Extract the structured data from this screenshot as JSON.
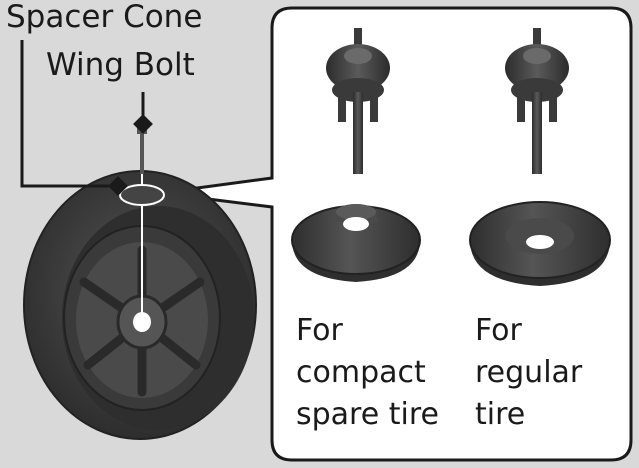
{
  "labels": {
    "spacer_cone": "Spacer Cone",
    "wing_bolt": "Wing Bolt"
  },
  "captions": {
    "compact": [
      "For",
      "compact",
      "spare tire"
    ],
    "regular": [
      "For",
      "regular",
      "tire"
    ]
  },
  "colors": {
    "background": "#d9d9d9",
    "panel": "#ffffff",
    "outline": "#1a1a1a",
    "part_dark": "#3a3a3a",
    "part_mid": "#555555"
  }
}
